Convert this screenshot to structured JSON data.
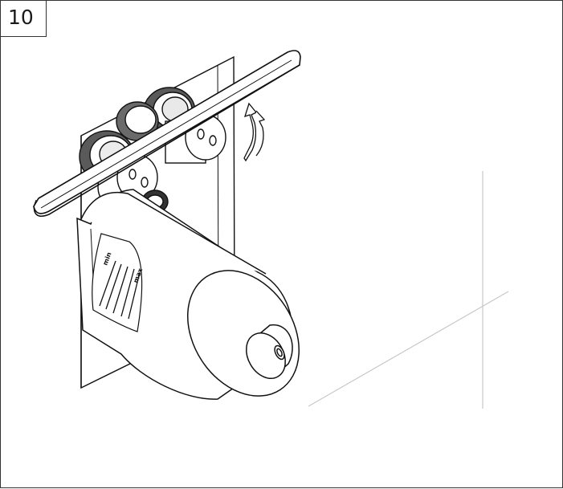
{
  "step": {
    "number": "10"
  },
  "illustration": {
    "gauge_labels": {
      "min": "min",
      "max": "max"
    },
    "icons": [
      "rotate-arrow-icon"
    ]
  }
}
